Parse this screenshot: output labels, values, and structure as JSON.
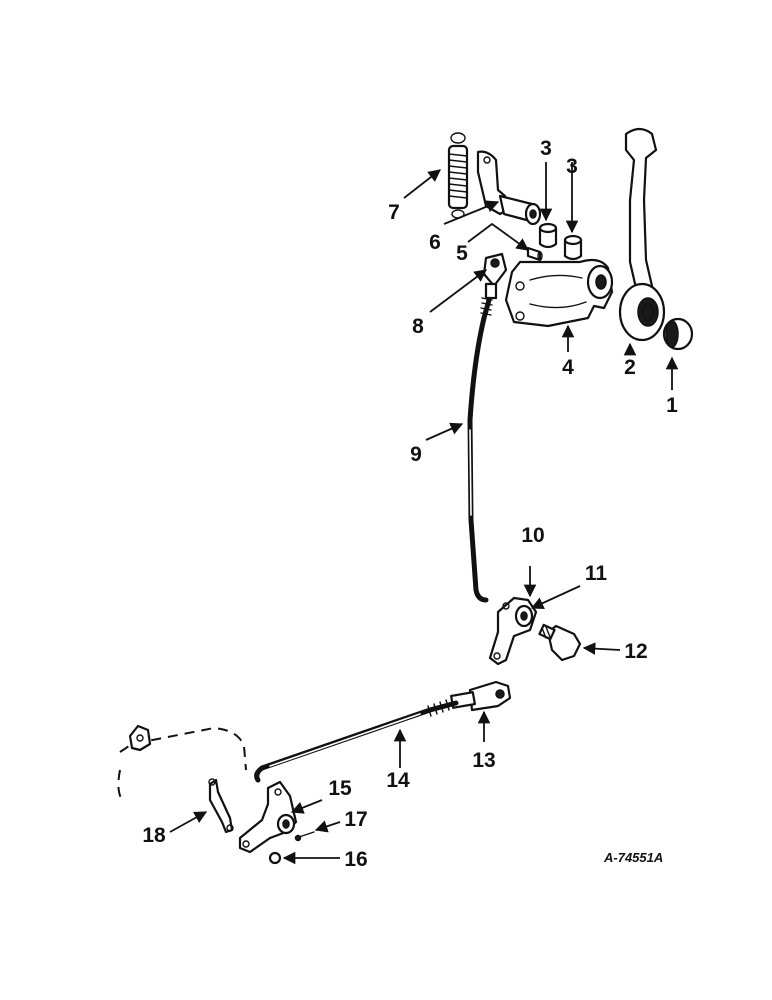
{
  "figure": {
    "code": "A-74551A",
    "callouts": [
      {
        "id": "c1",
        "label": "1"
      },
      {
        "id": "c2",
        "label": "2"
      },
      {
        "id": "c3a",
        "label": "3"
      },
      {
        "id": "c3b",
        "label": "3"
      },
      {
        "id": "c4",
        "label": "4"
      },
      {
        "id": "c5",
        "label": "5"
      },
      {
        "id": "c6",
        "label": "6"
      },
      {
        "id": "c7",
        "label": "7"
      },
      {
        "id": "c8",
        "label": "8"
      },
      {
        "id": "c9",
        "label": "9"
      },
      {
        "id": "c10",
        "label": "10"
      },
      {
        "id": "c11",
        "label": "11"
      },
      {
        "id": "c12",
        "label": "12"
      },
      {
        "id": "c13",
        "label": "13"
      },
      {
        "id": "c14",
        "label": "14"
      },
      {
        "id": "c15",
        "label": "15"
      },
      {
        "id": "c16",
        "label": "16"
      },
      {
        "id": "c17",
        "label": "17"
      },
      {
        "id": "c18",
        "label": "18"
      }
    ]
  }
}
